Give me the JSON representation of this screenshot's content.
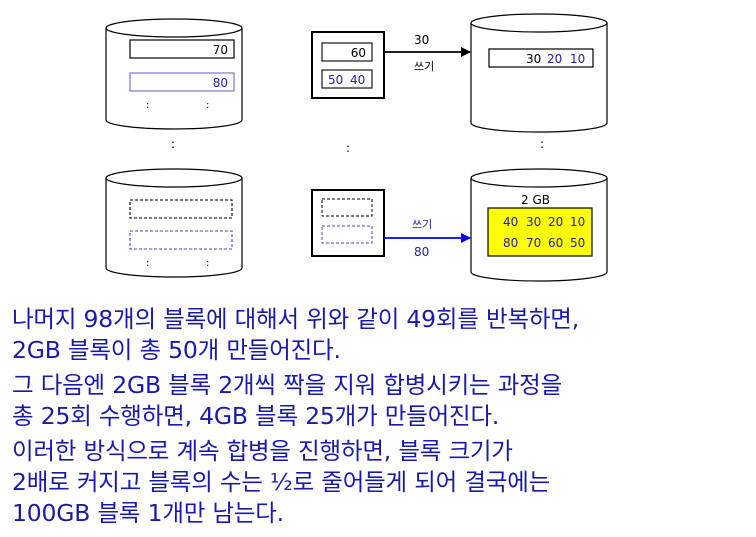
{
  "diagram": {
    "tl_cyl": {
      "v1": "70",
      "v2": "80",
      "dots": ":"
    },
    "vdots": ":",
    "mid_top": {
      "v1": "60",
      "v2a": "50",
      "v2b": "40"
    },
    "top_arrow": {
      "num": "30",
      "label": "쓰기"
    },
    "tr_cyl": {
      "n1": "30",
      "n2": "20",
      "n3": "10"
    },
    "bot_arrow": {
      "label": "쓰기",
      "num": "80"
    },
    "br_cyl": {
      "title": "2 GB",
      "row1": [
        "40",
        "30",
        "20",
        "10"
      ],
      "row2": [
        "80",
        "70",
        "60",
        "50"
      ]
    },
    "colors": {
      "blue": "#2222aa",
      "arrow_blue": "#0000ff",
      "highlight": "#ffff00"
    }
  },
  "text": {
    "p1": [
      "나머지 98개의 블록에 대해서 위와 같이 49회를 반복하면,",
      "2GB 블록이 총 50개 만들어진다."
    ],
    "p2": [
      "그 다음엔 2GB 블록 2개씩 짝을 지워 합병시키는 과정을",
      "총 25회 수행하면, 4GB 블록 25개가 만들어진다."
    ],
    "p3": [
      "이러한 방식으로 계속 합병을 진행하면, 블록 크기가",
      "2배로 커지고 블록의 수는 ½로 줄어들게 되어 결국에는",
      "100GB 블록 1개만 남는다."
    ]
  }
}
